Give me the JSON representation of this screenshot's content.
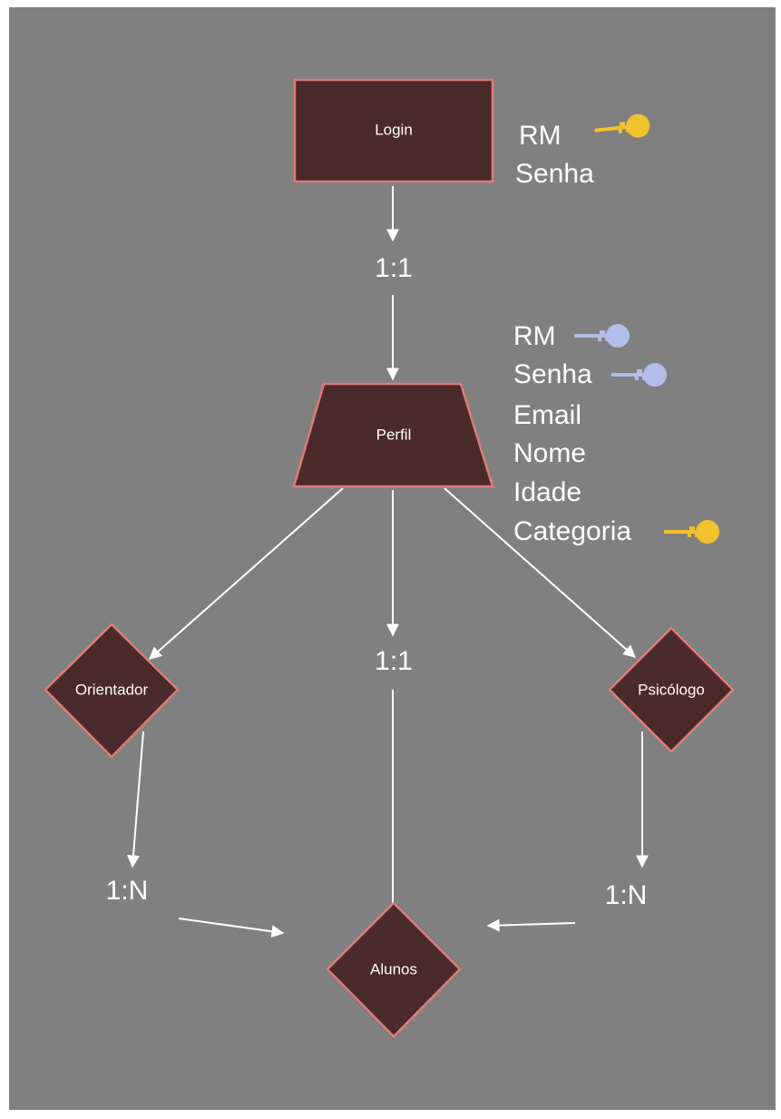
{
  "colors": {
    "background": "#808080",
    "frame": "#ffffff",
    "entity_fill": "#4a2a2a",
    "entity_stroke": "#e07a7a",
    "text": "#ffffff",
    "arrow": "#ffffff",
    "primary_key": "#f2c12e",
    "foreign_key": "#b3bde8"
  },
  "entities": {
    "login": "Login",
    "perfil": "Perfil",
    "orientador": "Orientador",
    "psicologo": "Psicólogo",
    "alunos": "Alunos"
  },
  "cardinalities": {
    "login_perfil": "1:1",
    "perfil_alunos": "1:1",
    "orientador_alunos": "1:N",
    "psicologo_alunos": "1:N"
  },
  "login_attributes": [
    {
      "text": "RM",
      "key": "primary-key-icon"
    },
    {
      "text": "Senha",
      "key": ""
    }
  ],
  "perfil_attributes": [
    {
      "text": "RM",
      "key": "foreign-key-icon"
    },
    {
      "text": "Senha",
      "key": "foreign-key-icon"
    },
    {
      "text": "Email",
      "key": ""
    },
    {
      "text": "Nome",
      "key": ""
    },
    {
      "text": "Idade",
      "key": ""
    },
    {
      "text": "Categoria",
      "key": "primary-key-icon"
    }
  ]
}
